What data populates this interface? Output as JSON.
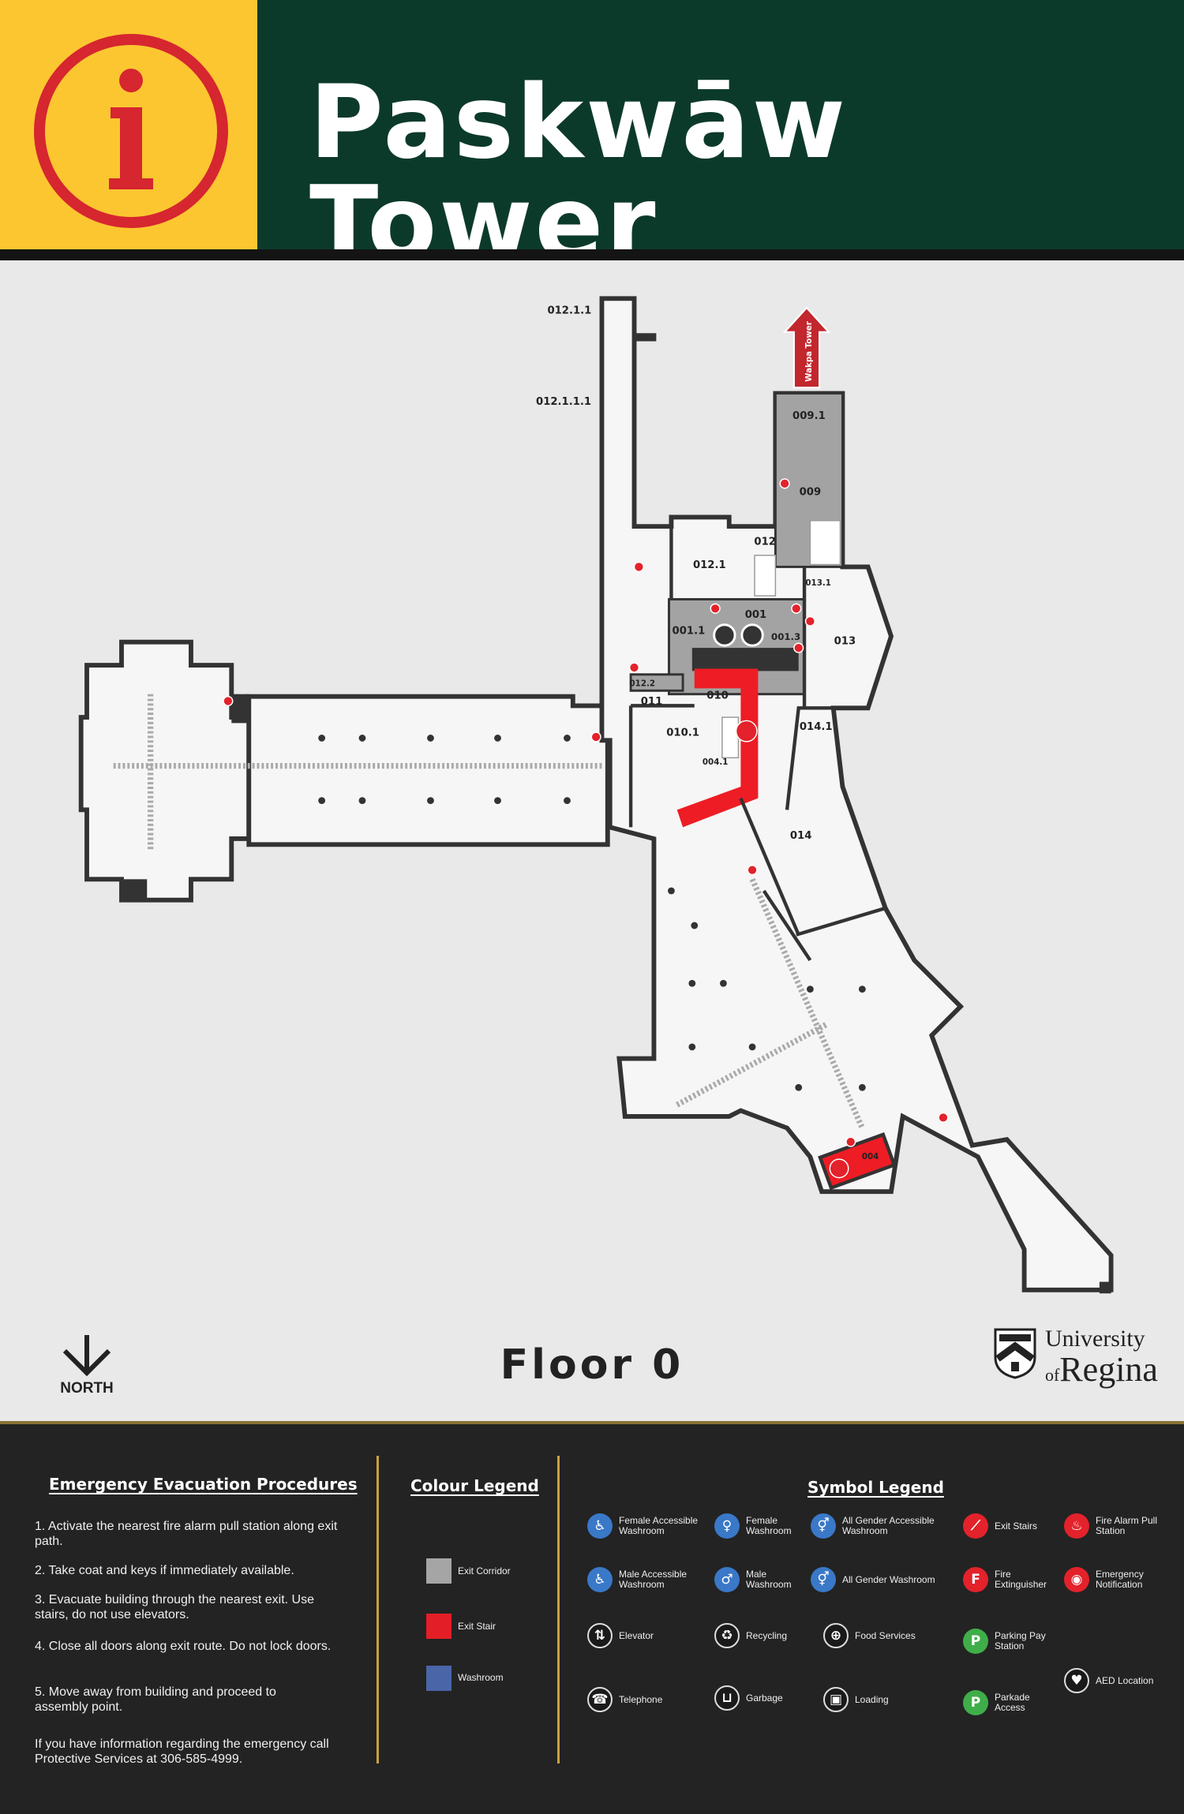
{
  "header": {
    "title": "Paskwāw Tower",
    "info_icon": "info-icon",
    "colors": {
      "yellow": "#fcc631",
      "green": "#0c3a2a",
      "info_red": "#d6262f"
    }
  },
  "map": {
    "floor_label": "Floor 0",
    "north_label": "NORTH",
    "walkway_label": "Wakpa Tower",
    "rooms": {
      "r012_1_1": "012.1.1",
      "r012_1_1_1": "012.1.1.1",
      "r009_1": "009.1",
      "r009": "009",
      "r012": "012",
      "r012_1": "012.1",
      "r013_1": "013.1",
      "r001": "001",
      "r001_1": "001.1",
      "r001_3": "001.3",
      "r013": "013",
      "r012_2": "012.2",
      "r011": "011",
      "r010": "010",
      "r010_1": "010.1",
      "r004_1": "004.1",
      "r014_1": "014.1",
      "r014": "014",
      "r004": "004"
    },
    "colors": {
      "floor": "#f6f6f6",
      "wall": "#333333",
      "exit_corridor": "#a3a3a3",
      "exit_stair": "#ee1c24"
    }
  },
  "logo": {
    "line1": "University",
    "line2_of": "of",
    "line2": "Regina"
  },
  "procedures": {
    "heading": "Emergency Evacuation Procedures",
    "steps": [
      "1. Activate the nearest fire alarm pull station along exit path.",
      "2. Take coat and keys if immediately available.",
      "3. Evacuate building through the nearest exit. Use stairs, do not use elevators.",
      "4. Close all doors along exit route. Do not lock doors.",
      "5. Move away from building and proceed to assembly point.",
      "If you have information regarding the emergency call Protective Services at 306-585-4999."
    ]
  },
  "colour_legend": {
    "heading": "Colour Legend",
    "items": [
      {
        "label": "Exit Corridor",
        "color": "#a5a5a5"
      },
      {
        "label": "Exit Stair",
        "color": "#e41e26"
      },
      {
        "label": "Washroom",
        "color": "#4a65a8"
      }
    ]
  },
  "symbol_legend": {
    "heading": "Symbol Legend",
    "items": [
      {
        "label": "Female Accessible Washroom",
        "icon": "female-accessible-washroom-icon",
        "glyph": "♿",
        "color": "#3a78c8"
      },
      {
        "label": "Female Washroom",
        "icon": "female-washroom-icon",
        "glyph": "♀",
        "color": "#3a78c8"
      },
      {
        "label": "All Gender Accessible Washroom",
        "icon": "all-gender-accessible-washroom-icon",
        "glyph": "⚥",
        "color": "#3a78c8"
      },
      {
        "label": "Exit Stairs",
        "icon": "exit-stairs-icon",
        "glyph": "⟋",
        "color": "#e3222b"
      },
      {
        "label": "Fire Alarm Pull Station",
        "icon": "fire-alarm-icon",
        "glyph": "♨",
        "color": "#e3222b"
      },
      {
        "label": "Male Accessible Washroom",
        "icon": "male-accessible-washroom-icon",
        "glyph": "♿",
        "color": "#3a78c8"
      },
      {
        "label": "Male Washroom",
        "icon": "male-washroom-icon",
        "glyph": "♂",
        "color": "#3a78c8"
      },
      {
        "label": "All Gender Washroom",
        "icon": "all-gender-washroom-icon",
        "glyph": "⚥",
        "color": "#3a78c8"
      },
      {
        "label": "Fire Extinguisher",
        "icon": "fire-extinguisher-icon",
        "glyph": "F",
        "color": "#e3222b"
      },
      {
        "label": "Emergency Notification",
        "icon": "emergency-notification-icon",
        "glyph": "◉",
        "color": "#e3222b"
      },
      {
        "label": "Elevator",
        "icon": "elevator-icon",
        "glyph": "⇅",
        "color": "outline"
      },
      {
        "label": "Recycling",
        "icon": "recycling-icon",
        "glyph": "♻",
        "color": "outline"
      },
      {
        "label": "Food Services",
        "icon": "food-services-icon",
        "glyph": "⊕",
        "color": "outline"
      },
      {
        "label": "Parking Pay Station",
        "icon": "parking-pay-station-icon",
        "glyph": "P",
        "color": "#3fae49"
      },
      {
        "label": "AED Location",
        "icon": "aed-icon",
        "glyph": "♥",
        "color": "outline"
      },
      {
        "label": "Telephone",
        "icon": "telephone-icon",
        "glyph": "☎",
        "color": "outline"
      },
      {
        "label": "Garbage",
        "icon": "garbage-icon",
        "glyph": "⊔",
        "color": "outline"
      },
      {
        "label": "Loading",
        "icon": "loading-icon",
        "glyph": "▣",
        "color": "outline"
      },
      {
        "label": "Parkade Access",
        "icon": "parkade-access-icon",
        "glyph": "P",
        "color": "#3fae49"
      }
    ]
  }
}
